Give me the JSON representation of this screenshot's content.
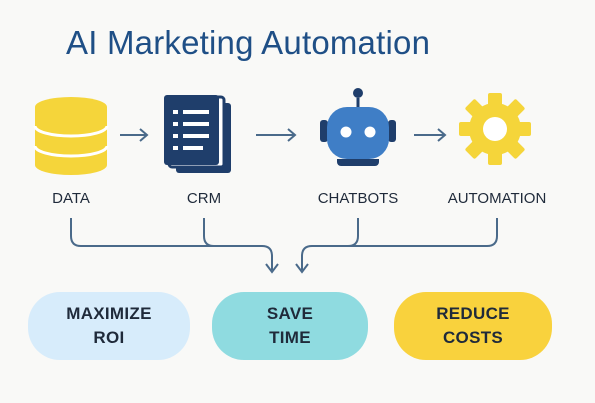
{
  "title": "AI Marketing Automation",
  "nodes": [
    {
      "label": "DATA",
      "icon": "database-icon"
    },
    {
      "label": "CRM",
      "icon": "document-stack-icon"
    },
    {
      "label": "CHATBOTS",
      "icon": "robot-icon"
    },
    {
      "label": "AUTOMATION",
      "icon": "gear-icon"
    }
  ],
  "outcomes": [
    {
      "line1": "MAXIMIZE",
      "line2": "ROI",
      "color": "#d7ecfb"
    },
    {
      "line1": "SAVE",
      "line2": "TIME",
      "color": "#8fdbe0"
    },
    {
      "line1": "REDUCE",
      "line2": "COSTS",
      "color": "#f9d23d"
    }
  ],
  "colors": {
    "title": "#1f4f86",
    "database": "#f5d53a",
    "crm": "#1f3e6b",
    "robot": "#3f7ec6",
    "gear": "#f5d53a",
    "connector": "#4a6a8a"
  }
}
